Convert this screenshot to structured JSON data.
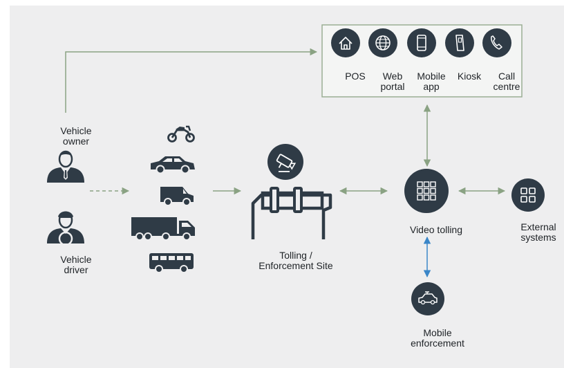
{
  "diagram": {
    "roles": {
      "owner": [
        "Vehicle",
        "owner"
      ],
      "driver": [
        "Vehicle",
        "driver"
      ]
    },
    "vehicles": [
      "motorcycle-icon",
      "car-icon",
      "van-icon",
      "truck-icon",
      "bus-icon"
    ],
    "site": {
      "label": [
        "Tolling /",
        "Enforcement Site"
      ],
      "icon": "camera-icon"
    },
    "channels": [
      {
        "icon": "home-icon",
        "label": [
          "POS"
        ]
      },
      {
        "icon": "globe-icon",
        "label": [
          "Web",
          "portal"
        ]
      },
      {
        "icon": "mobile-phone-icon",
        "label": [
          "Mobile",
          "app"
        ]
      },
      {
        "icon": "kiosk-icon",
        "label": [
          "Kiosk"
        ]
      },
      {
        "icon": "phone-icon",
        "label": [
          "Call",
          "centre"
        ]
      }
    ],
    "hub": {
      "label": "Video tolling",
      "icon": "grid-icon"
    },
    "external": {
      "label": [
        "External",
        "systems"
      ],
      "icon": "apps-icon"
    },
    "mobile_enforcement": {
      "label": [
        "Mobile",
        "enforcement"
      ],
      "icon": "patrol-car-icon"
    },
    "colors": {
      "background": "#eeeeef",
      "node": "#2f3b46",
      "arrow_green": "#8aa283",
      "arrow_blue": "#3a86c8",
      "text": "#1e2226"
    }
  }
}
